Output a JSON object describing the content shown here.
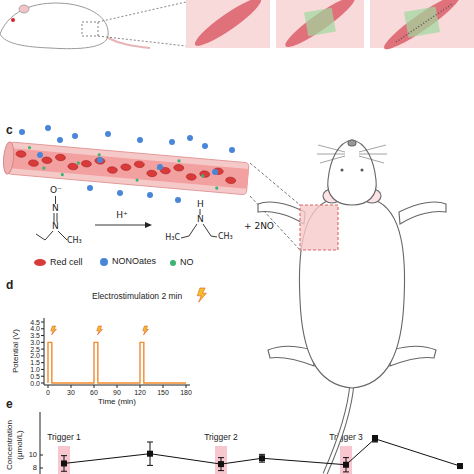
{
  "diagram": {
    "nodes": [
      {
        "text": [
          "Trigger 1"
        ]
      },
      {
        "text": [
          "Trigger 2"
        ]
      },
      {
        "text": [
          "Trigger 3"
        ]
      }
    ],
    "labels": [
      "c",
      "d",
      "e",
      "O⁻",
      "N",
      "N",
      "CH₃",
      "H⁺",
      "H",
      "N",
      "H₃C",
      "CH₃",
      "+ 2NO",
      "Electrostimulation 2 min",
      "Potential (V)",
      "4.5",
      "4.0",
      "3.5",
      "3.0",
      "2.5",
      "2.0",
      "1.5",
      "1.0",
      "0.5",
      "0.0",
      "0",
      "30",
      "60",
      "90",
      "120",
      "150",
      "180",
      "Time (min)",
      "Concentration",
      "(μmol/L)",
      "10",
      "8"
    ],
    "legend": [
      {
        "text": "Red cell",
        "color": "#d93b3b"
      },
      {
        "text": "NONOates",
        "color": "#4a86d8"
      },
      {
        "text": "NO",
        "color": "#3cb371"
      }
    ]
  }
}
